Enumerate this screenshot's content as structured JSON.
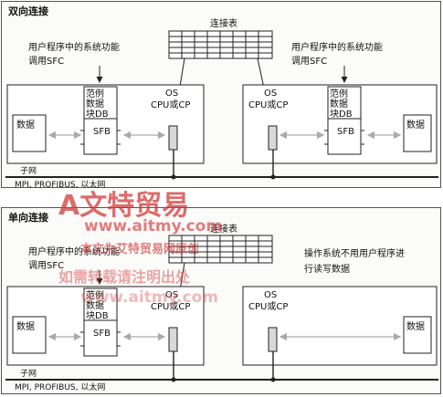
{
  "top": {
    "title": "双向连接",
    "conn_table": "连接表",
    "left_note1": "用户程序中的系统功能",
    "left_note2": "调用SFC",
    "right_note1": "用户程序中的系统功能",
    "right_note2": "调用SFC",
    "example_db": [
      "范例",
      "数据",
      "块DB"
    ],
    "sfb": "SFB",
    "data": "数据",
    "os": "OS",
    "cpu_cp": "CPU或CP",
    "subnet": "子网",
    "network": "MPI, PROFIBUS, 以太网"
  },
  "bottom": {
    "title": "单向连接",
    "conn_table": "连接表",
    "left_note1": "用户程序中的系统功能",
    "left_note2": "调用SFC",
    "right_note1": "操作系统不用用户程序进",
    "right_note2": "行读写数据",
    "example_db": [
      "范例",
      "数据",
      "块DB"
    ],
    "sfb": "SFB",
    "data": "数据",
    "os": "OS",
    "cpu_cp": "CPU或CP",
    "subnet": "子网",
    "network": "MPI, PROFIBUS, 以太网"
  },
  "watermark": {
    "brand": "A文特贸易",
    "url1": "www.aitmy.com",
    "credit": "本文为艾特贸易网原创",
    "reprint": "如需转载请注明出处",
    "url2": "www.aitmy.com"
  },
  "colors": {
    "line": "#222222",
    "watermark_red": "#d23a3a",
    "panel": "#fbfbf9"
  }
}
